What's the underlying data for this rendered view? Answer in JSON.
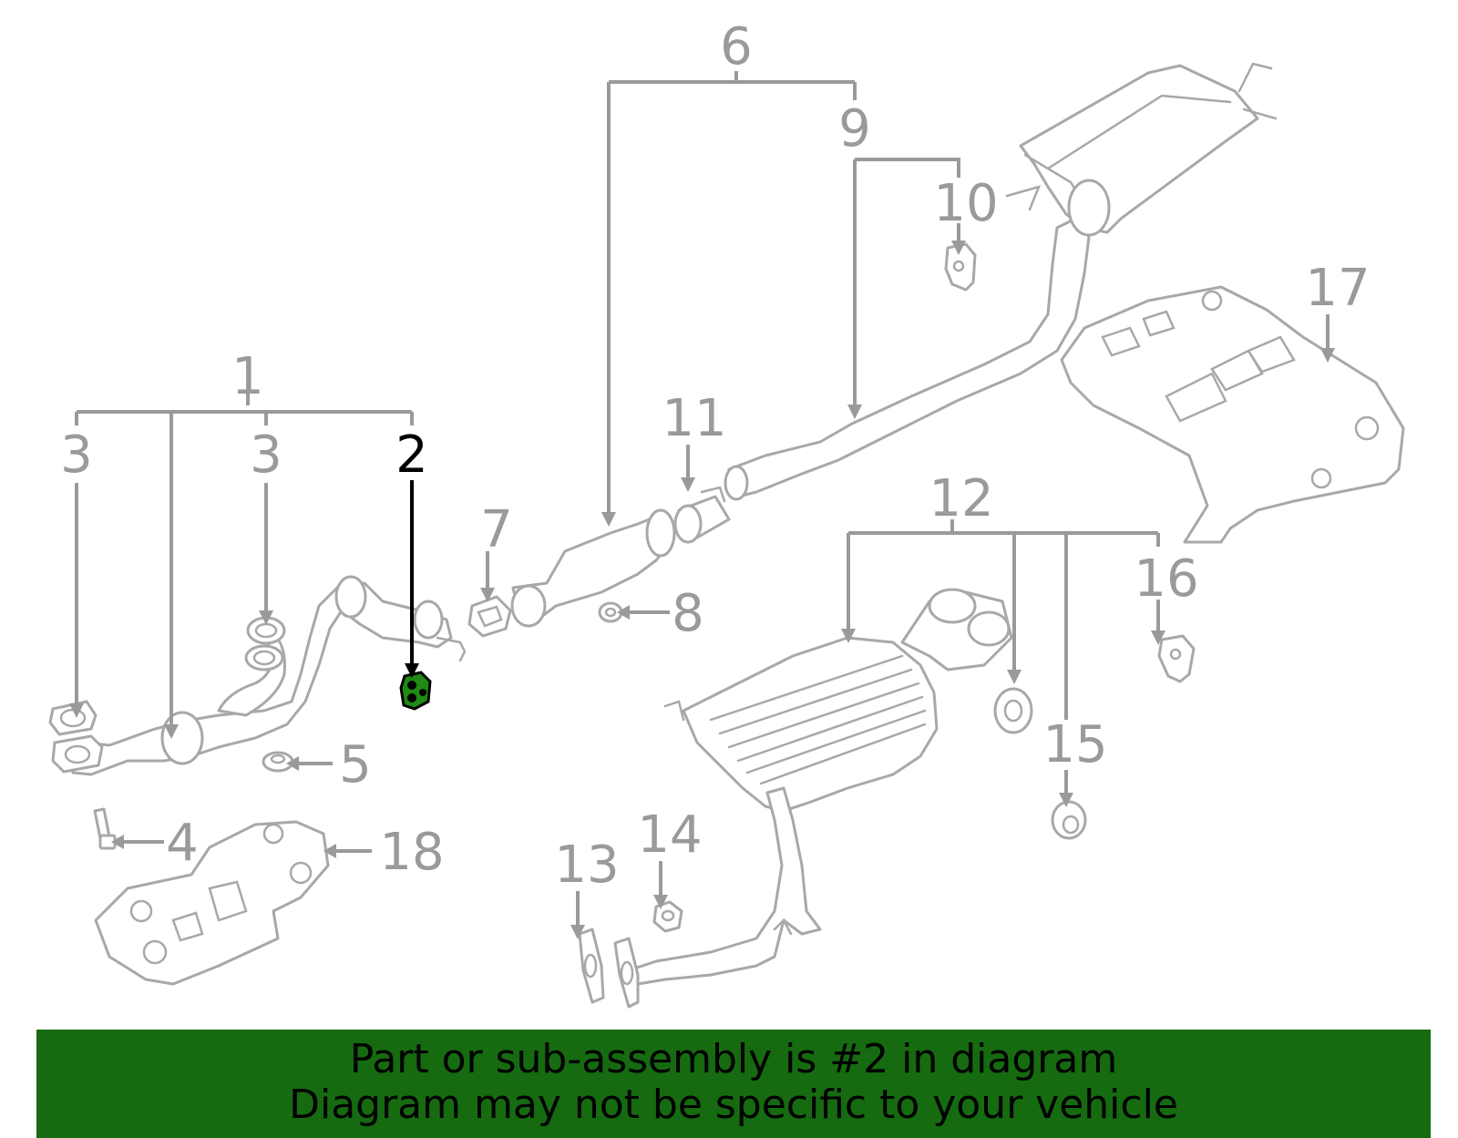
{
  "callouts": {
    "c1": "1",
    "c2": "2",
    "c3a": "3",
    "c3b": "3",
    "c4": "4",
    "c5": "5",
    "c6": "6",
    "c7": "7",
    "c8": "8",
    "c9": "9",
    "c10": "10",
    "c11": "11",
    "c12": "12",
    "c13": "13",
    "c14": "14",
    "c15": "15",
    "c16": "16",
    "c17": "17",
    "c18": "18"
  },
  "highlighted_part": "2",
  "colors": {
    "banner": "#166a10",
    "highlight": "#1f8a14",
    "callout": "#9a9a9a",
    "line_art": "#a8a8a8"
  },
  "banner": {
    "line1": "Part or sub-assembly is #2 in diagram",
    "line2": "Diagram may not be specific to your vehicle"
  }
}
